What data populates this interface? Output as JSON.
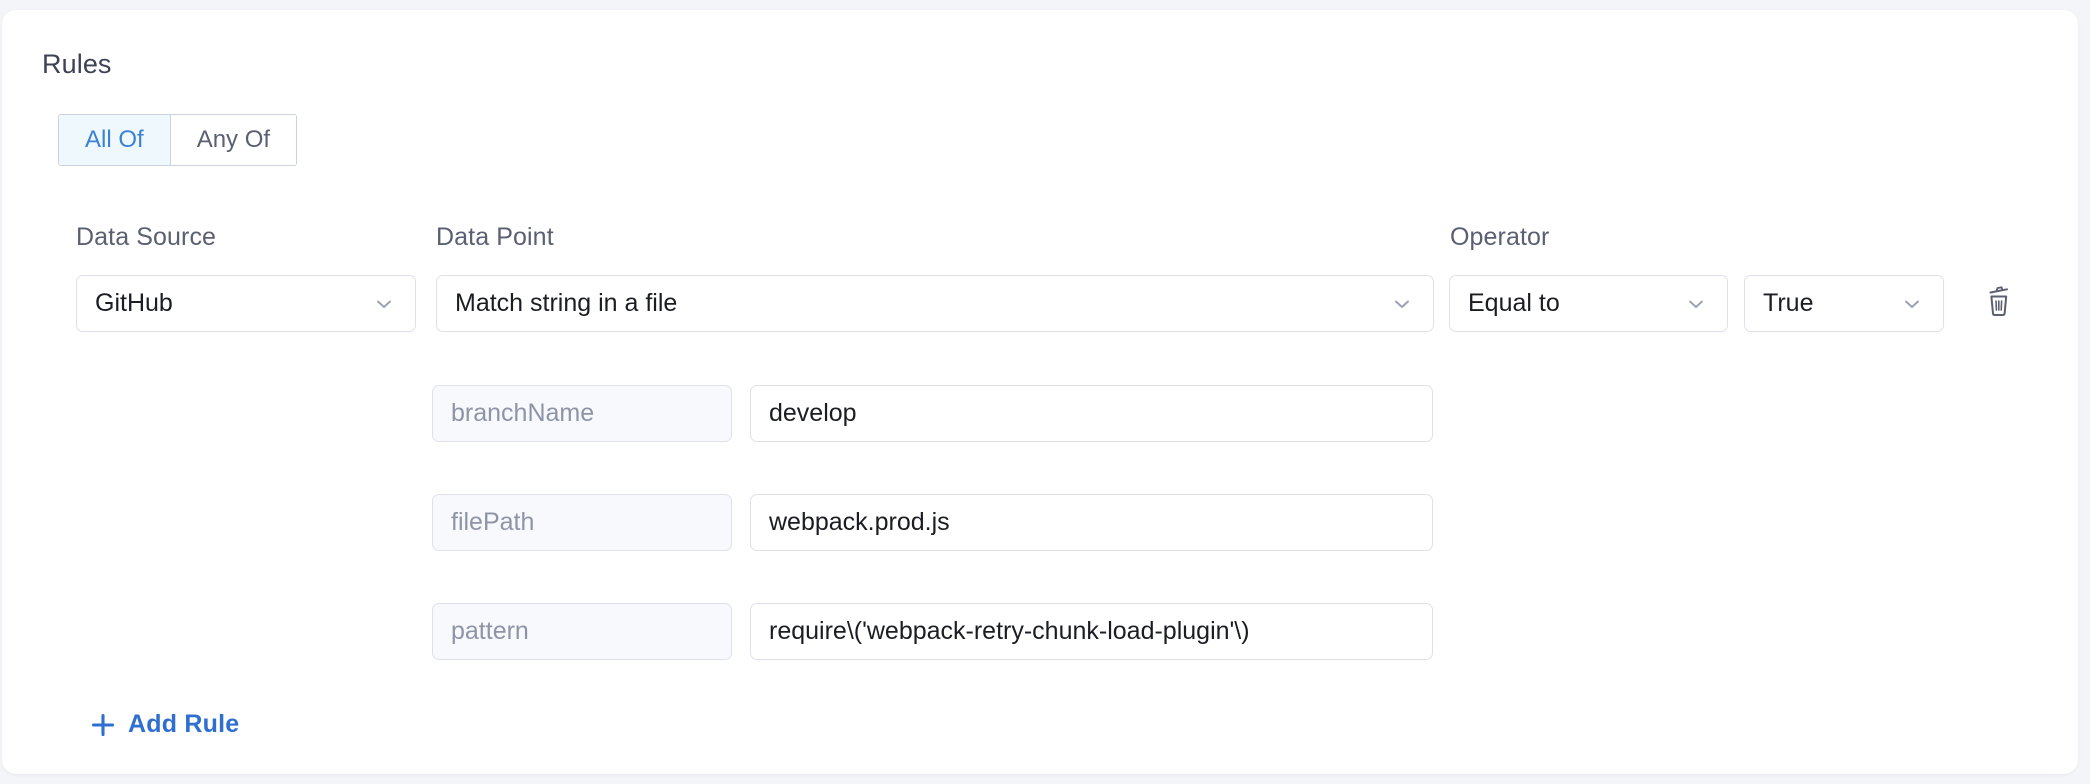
{
  "section": {
    "title": "Rules"
  },
  "match_mode": {
    "options": [
      {
        "label": "All Of",
        "active": true
      },
      {
        "label": "Any Of",
        "active": false
      }
    ]
  },
  "columns": {
    "data_source_label": "Data Source",
    "data_point_label": "Data Point",
    "operator_label": "Operator"
  },
  "rule": {
    "data_source": {
      "value": "GitHub",
      "icon": "chevron-down-icon"
    },
    "data_point": {
      "value": "Match string in a file",
      "icon": "chevron-down-icon"
    },
    "operator": {
      "value": "Equal to",
      "icon": "chevron-down-icon"
    },
    "operand": {
      "value": "True",
      "icon": "chevron-down-icon"
    },
    "delete_icon": "trash-icon",
    "parameters": [
      {
        "key": "branchName",
        "value": "develop"
      },
      {
        "key": "filePath",
        "value": "webpack.prod.js"
      },
      {
        "key": "pattern",
        "value": "require\\('webpack-retry-chunk-load-plugin'\\)"
      }
    ]
  },
  "actions": {
    "add_rule_label": "Add Rule",
    "add_rule_icon": "plus-icon"
  },
  "colors": {
    "accent_blue": "#3b82d6",
    "link_blue": "#2f6fd0",
    "active_tab_bg": "#eff8fd",
    "label_gray": "#5a6072",
    "placeholder_gray": "#8e94a8",
    "border_gray": "#dfe1ea",
    "page_bg": "#f4f5f8",
    "card_bg": "#ffffff"
  }
}
